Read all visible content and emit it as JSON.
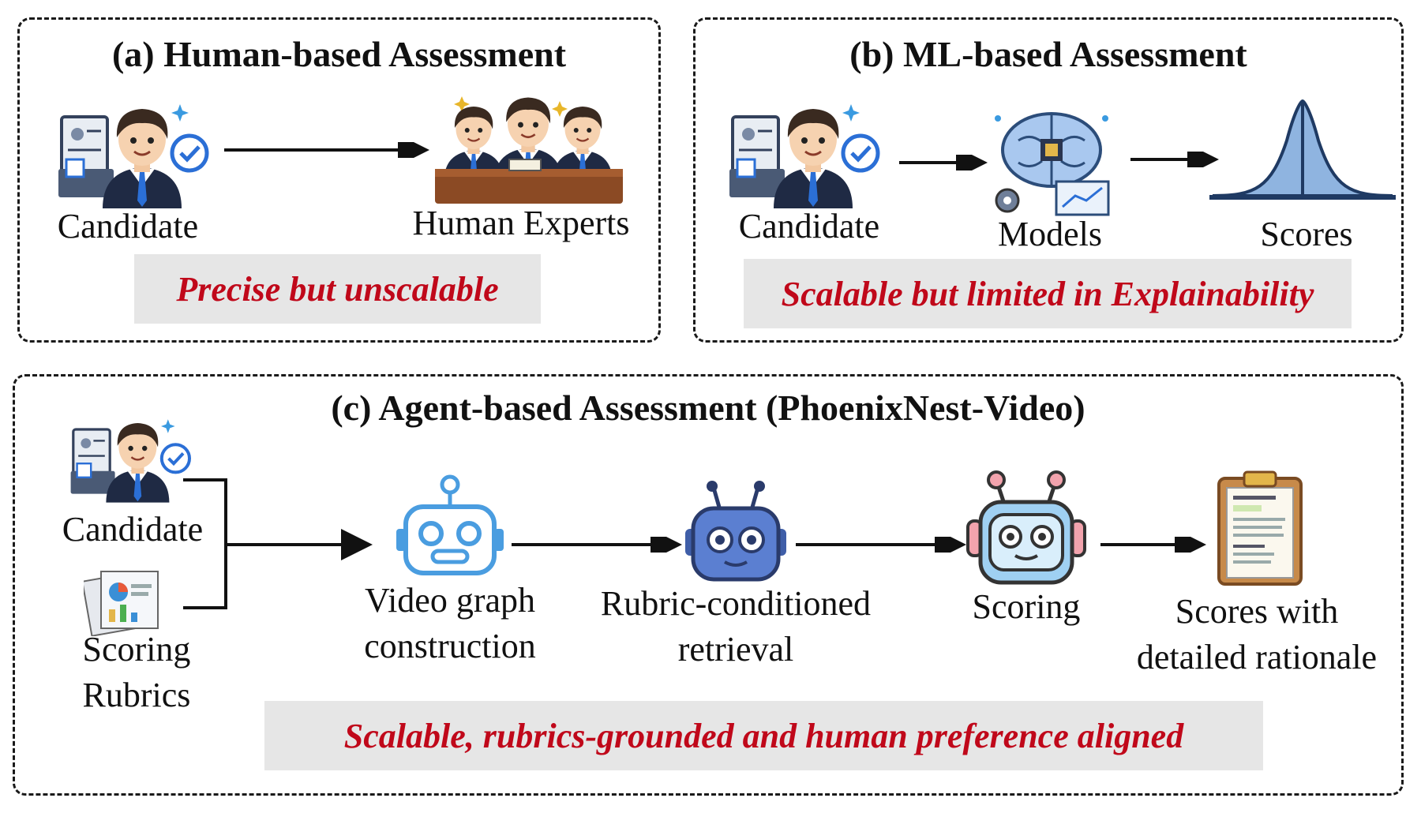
{
  "panels": {
    "a": {
      "title": "(a) Human-based Assessment",
      "candidate": "Candidate",
      "experts": "Human Experts",
      "note": "Precise but unscalable"
    },
    "b": {
      "title": "(b) ML-based Assessment",
      "candidate": "Candidate",
      "models": "Models",
      "scores": "Scores",
      "note": "Scalable but limited in Explainability"
    },
    "c": {
      "title": "(c) Agent-based Assessment (PhoenixNest-Video)",
      "candidate": "Candidate",
      "rubrics": [
        "Scoring",
        "Rubrics"
      ],
      "step1": [
        "Video graph",
        "construction"
      ],
      "step2": [
        "Rubric-conditioned",
        "retrieval"
      ],
      "step3": "Scoring",
      "step4": [
        "Scores with",
        "detailed rationale"
      ],
      "note": "Scalable, rubrics-grounded and human preference aligned"
    }
  },
  "colors": {
    "accent_red": "#c0081a",
    "banner_bg": "#e6e6e6",
    "robot_blue": "#4a9de0",
    "bell_fill": "#8fb4e0"
  },
  "icons": [
    "candidate-icon",
    "experts-panel-icon",
    "brain-model-icon",
    "bell-curve-icon",
    "rubrics-icon",
    "robot-outline-icon",
    "robot-filled-icon",
    "robot-headphone-icon",
    "clipboard-icon"
  ]
}
